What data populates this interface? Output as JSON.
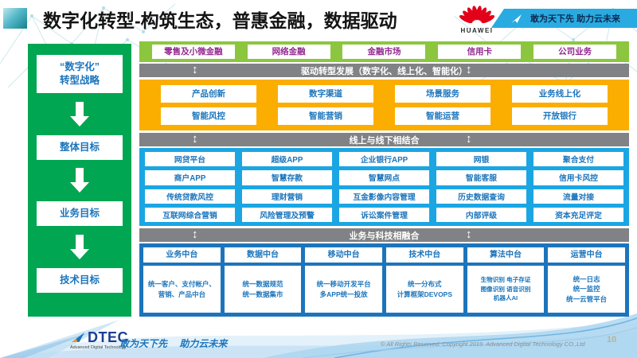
{
  "header": {
    "title": "数字化转型-构筑生态，普惠金融，数据驱动",
    "huawei_name": "HUAWEI",
    "banner_slogan": "敢为天下先 助力云未来"
  },
  "colors": {
    "sidebar_green": "#00A651",
    "business_green": "#8CC63F",
    "transform_yellow": "#FBAE00",
    "channel_blue": "#1BA6E3",
    "platform_blue": "#1C75BC",
    "bar_gray": "#808285",
    "text_blue": "#1B75BC",
    "business_purple": "#92278F",
    "huawei_red": "#E2001A",
    "banner_blue": "#29ABE2"
  },
  "sidebar": {
    "items": [
      "“数字化”\n转型战略",
      "整体目标",
      "业务目标",
      "技术目标"
    ]
  },
  "main": {
    "business_lines": [
      "零售及小微金融",
      "网络金融",
      "金融市场",
      "信用卡",
      "公司业务"
    ],
    "bar_drive": "驱动转型发展（数字化、线上化、智能化）",
    "updown_arrow": "↕",
    "transform_rows": [
      [
        "产品创新",
        "数字渠道",
        "场景服务",
        "业务线上化"
      ],
      [
        "智能风控",
        "智能营销",
        "智能运营",
        "开放银行"
      ]
    ],
    "bar_online_offline": "线上与线下相结合",
    "channel_rows": [
      [
        "网贷平台",
        "超级APP",
        "企业银行APP",
        "网银",
        "聚合支付"
      ],
      [
        "商户APP",
        "智慧存款",
        "智慧网点",
        "智能客服",
        "信用卡风控"
      ],
      [
        "传统贷款风控",
        "理财营销",
        "互金影像内容管理",
        "历史数据查询",
        "流量对接"
      ],
      [
        "互联网综合营销",
        "风险管理及预警",
        "诉讼案件管理",
        "内部评级",
        "资本充足评定"
      ]
    ],
    "bar_tech": "业务与科技相融合",
    "platforms": [
      {
        "title": "业务中台",
        "detail": "统一客户、支付帐户、营销、产品中台"
      },
      {
        "title": "数据中台",
        "detail": "统一数据规范\n统一数据集市"
      },
      {
        "title": "移动中台",
        "detail": "统一移动开发平台\n多APP统一投放"
      },
      {
        "title": "技术中台",
        "detail": "统一分布式\n计算框架DEVOPS"
      },
      {
        "title": "算法中台",
        "detail": "生物识别 电子存证\n图像识别 语音识别\n机器人AI"
      },
      {
        "title": "运营中台",
        "detail": "统一日志\n统一监控\n统一云管平台"
      }
    ]
  },
  "footer": {
    "logo_text": "DTEC",
    "logo_sub": "Advanced Digital Technology",
    "slogan": "敢为天下先　 助力云未来",
    "copyright": "© All Rights Reserved. Copyright 2019. Advanced Digital Technology CO.,Ltd",
    "page": "10"
  }
}
